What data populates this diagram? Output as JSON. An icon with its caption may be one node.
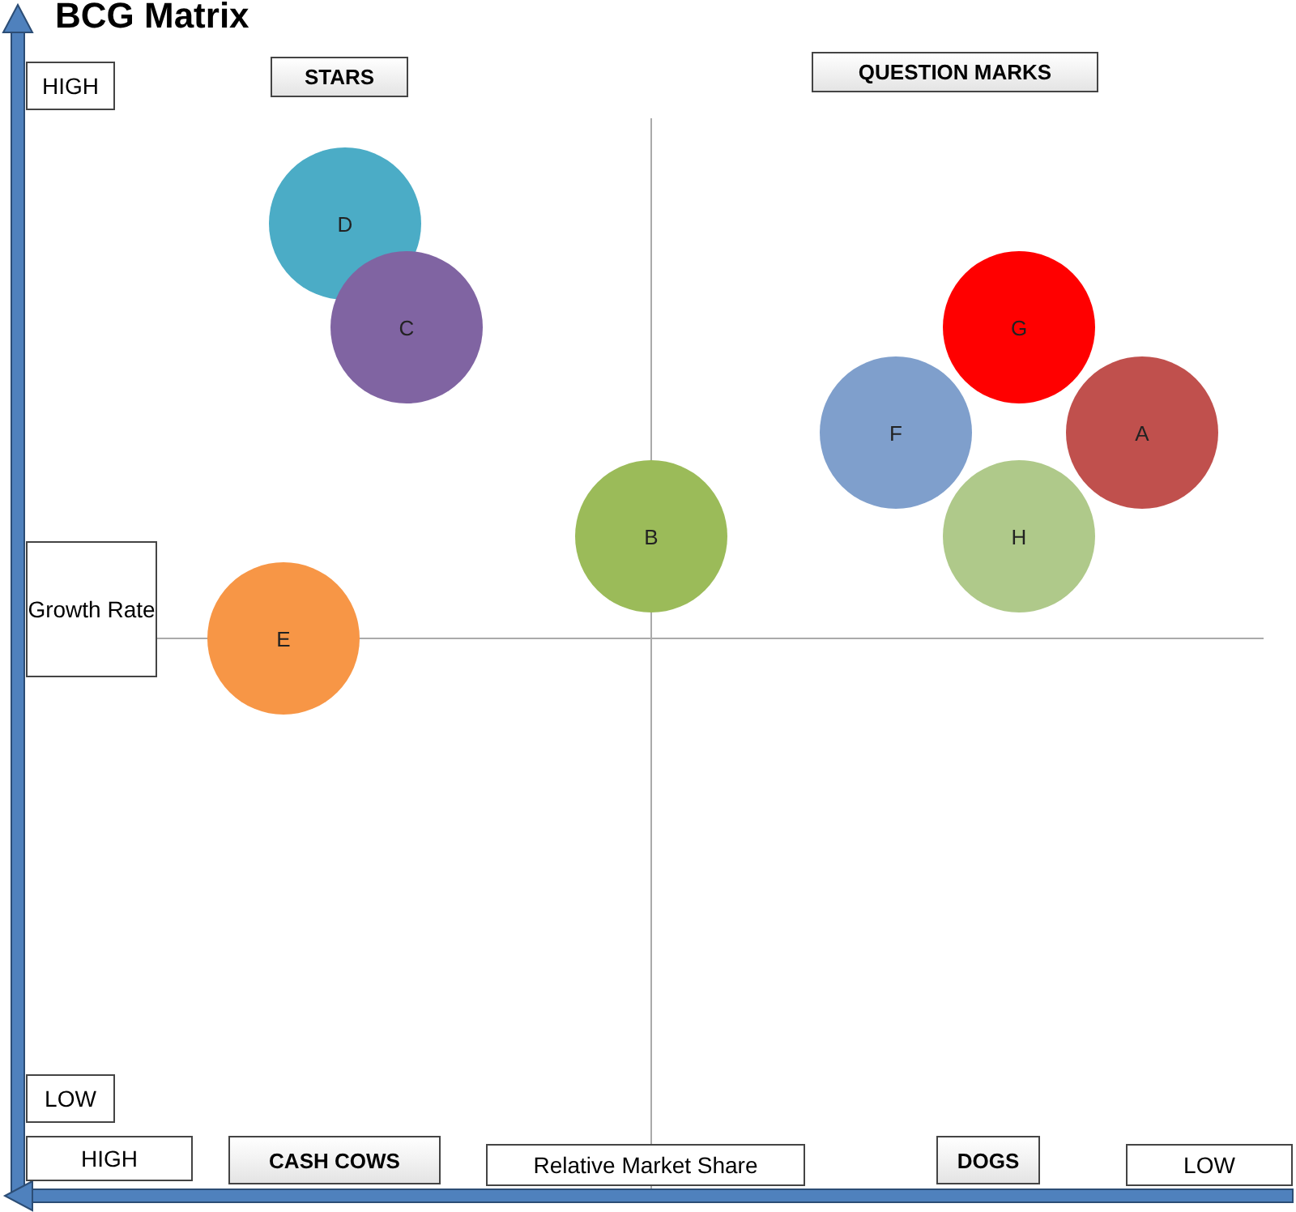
{
  "diagram": {
    "title": "BCG Matrix",
    "nodes": [
      {
        "text": [
          "HIGH"
        ]
      },
      {
        "text": [
          "STARS"
        ]
      },
      {
        "text": [
          "QUESTION MARKS"
        ]
      },
      {
        "text": [
          "D"
        ]
      },
      {
        "text": [
          "C"
        ]
      },
      {
        "text": [
          "G"
        ]
      },
      {
        "text": [
          "F"
        ]
      },
      {
        "text": [
          "A"
        ]
      },
      {
        "text": [
          "B"
        ]
      },
      {
        "text": [
          "H"
        ]
      },
      {
        "text": [
          "Growth Rate"
        ]
      },
      {
        "text": [
          "E"
        ]
      },
      {
        "text": [
          "LOW"
        ]
      },
      {
        "text": [
          "HIGH"
        ]
      },
      {
        "text": [
          "CASH COWS"
        ]
      },
      {
        "text": [
          "Relative Market Share"
        ]
      },
      {
        "text": [
          "DOGS"
        ]
      },
      {
        "text": [
          "LOW"
        ]
      }
    ],
    "edges": []
  }
}
